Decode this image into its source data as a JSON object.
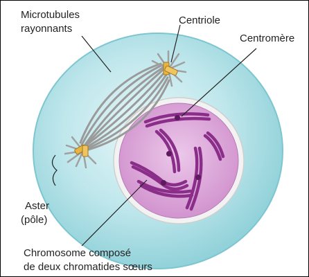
{
  "labels": {
    "microtubules_line1": "Microtubules",
    "microtubules_line2": "rayonnants",
    "centriole": "Centriole",
    "centromere": "Centromère",
    "aster_line1": "Aster",
    "aster_line2": "(pôle)",
    "chromosome_line1": "Chromosome composé",
    "chromosome_line2": "de deux chromatides sœurs"
  },
  "colors": {
    "cytoplasm": "#a6dde4",
    "cytoplasm_edge": "#7cc6cf",
    "nucleus": "#d9a2d6",
    "nuclear_envelope": "#f4f4f4",
    "chromatid": "#8a2e8a",
    "centriole": "#e8b444",
    "microtubule": "#9a9a9a"
  }
}
